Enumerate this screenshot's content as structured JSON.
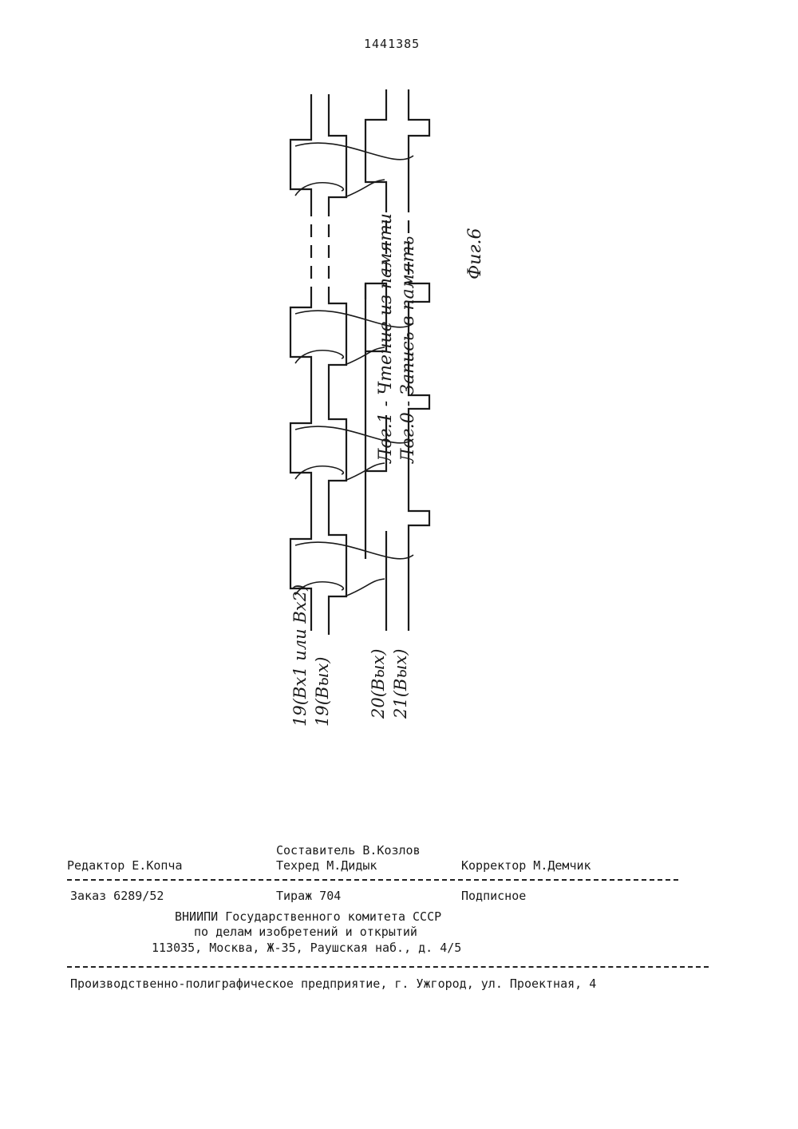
{
  "header": {
    "patent_number": "1441385"
  },
  "diagram": {
    "legend_line1": "Лог.1 - Чтение из памяти",
    "legend_line2": "Лог.0 - Запись в память",
    "figure_label": "Фиг.6",
    "signals": [
      "19(Вх1 или Вх2)",
      "19(Вых)",
      "20(Вых)",
      "21(Вых)"
    ]
  },
  "imprint": {
    "compiler": "Составитель В.Козлов",
    "editor": "Редактор Е.Копча",
    "techred": "Техред М.Дидык",
    "corrector": "Корректор М.Демчик",
    "order": "Заказ 6289/52",
    "circulation": "Тираж 704",
    "subscription": "Подписное",
    "org_line1": "ВНИИПИ Государственного комитета СССР",
    "org_line2": "по делам изобретений и открытий",
    "org_address": "113035, Москва, Ж-35, Раушская наб., д. 4/5",
    "printer": "Производственно-полиграфическое предприятие, г. Ужгород, ул. Проектная, 4"
  }
}
